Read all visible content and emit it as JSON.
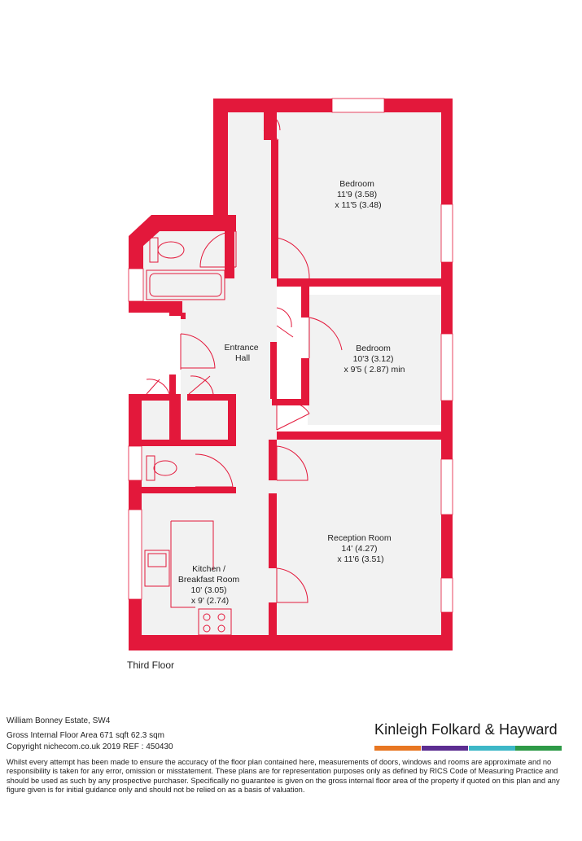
{
  "colors": {
    "wall": "#e3183b",
    "floor": "#f2f2f2",
    "line": "#e3183b",
    "brand_bars": [
      "#e87722",
      "#5c2d91",
      "#3db7c7",
      "#2e9a47"
    ]
  },
  "rooms": [
    {
      "name": "Bedroom",
      "dims": [
        "11'9 (3.58)",
        "x 11'5 (3.48)"
      ]
    },
    {
      "name": "Bedroom",
      "dims": [
        "10'3 (3.12)",
        "x 9'5 ( 2.87) min"
      ]
    },
    {
      "name": "Entrance",
      "dims": [
        "Hall"
      ]
    },
    {
      "name": "Reception Room",
      "dims": [
        "14' (4.27)",
        "x 11'6 (3.51)"
      ]
    },
    {
      "name": "Kitchen /",
      "dims": [
        "Breakfast Room",
        "10' (3.05)",
        "x 9' (2.74)"
      ]
    }
  ],
  "floor_label": "Third Floor",
  "property": {
    "address": "William Bonney Estate, SW4",
    "area": "Gross Internal Floor Area 671 sqft 62.3 sqm",
    "copyright": "Copyright nichecom.co.uk 2019 REF : 450430"
  },
  "brand": "Kinleigh Folkard & Hayward",
  "disclaimer": "Whilst every attempt has been made to ensure the accuracy of the floor plan contained here, measurements of doors, windows and rooms are approximate and no responsibility is taken for any error, omission or misstatement. These plans are for representation purposes only as defined by RICS Code of Measuring Practice and should be used as such by any prospective purchaser. Specifically no guarantee is given on the gross internal floor area of the property if quoted on this plan and any figure given is for initial guidance only and should not be relied on as a basis of valuation."
}
